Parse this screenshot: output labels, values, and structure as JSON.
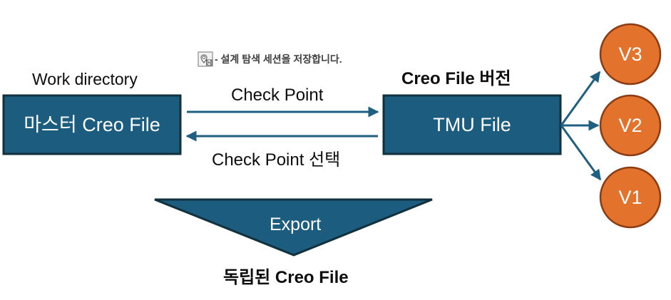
{
  "diagram": {
    "title": "Creo File version / checkpoint workflow",
    "colors": {
      "box_fill": "#1b5c7f",
      "box_stroke": "#11313d",
      "arrow": "#1f5f80",
      "circle_fill": "#e2722c",
      "circle_stroke": "#8a3c14",
      "triangle_fill": "#1b5c7f",
      "triangle_stroke": "#11313d",
      "text_dark": "#0d0d0d",
      "text_light": "#ffffff",
      "tip_text": "#404040",
      "background": "#ffffff"
    },
    "boxes": [
      {
        "id": "master",
        "label": "마스터 Creo File",
        "caption": "Work directory"
      },
      {
        "id": "tmu",
        "label": "TMU File",
        "caption": "Creo File 버전"
      }
    ],
    "tip": {
      "icon": "save-design-session-icon",
      "text": "- 설계 탐색 세션을 저장합니다."
    },
    "edges": [
      {
        "id": "checkpoint",
        "label": "Check Point",
        "direction": "right"
      },
      {
        "id": "checkpoint-select",
        "label": "Check Point 선택",
        "direction": "left"
      }
    ],
    "versions": [
      {
        "id": "v3",
        "label": "V3"
      },
      {
        "id": "v2",
        "label": "V2"
      },
      {
        "id": "v1",
        "label": "V1"
      }
    ],
    "export": {
      "label": "Export",
      "caption": "독립된 Creo File"
    }
  }
}
